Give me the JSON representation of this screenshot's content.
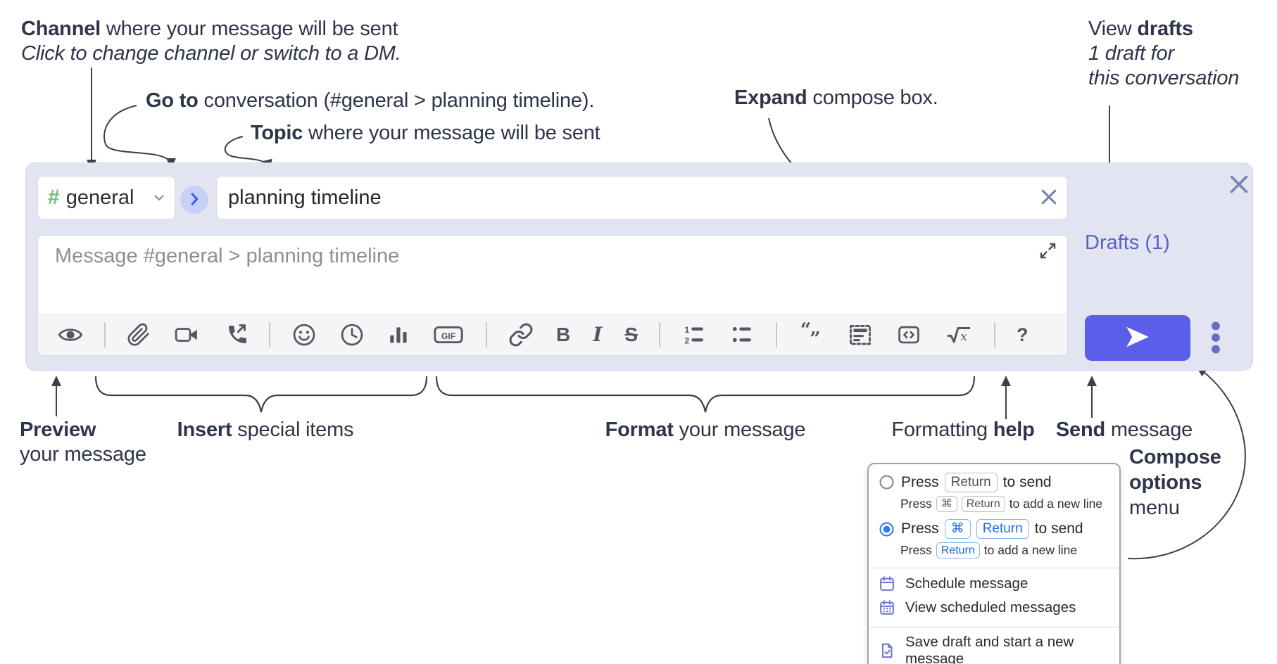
{
  "annotations": {
    "channel": {
      "bold": "Channel",
      "text": " where your message will be sent",
      "sub": "Click to change channel or switch to a DM."
    },
    "goto": {
      "bold": "Go to",
      "text": " conversation (#general > planning timeline)."
    },
    "topic": {
      "bold": "Topic",
      "text": " where your message will be sent"
    },
    "expand": {
      "bold": "Expand",
      "text": " compose box."
    },
    "view_drafts": {
      "pre": "View ",
      "bold": "drafts",
      "line2": "1 draft for",
      "line3": "this conversation"
    },
    "preview": {
      "bold": "Preview",
      "line2": "your message"
    },
    "insert": {
      "bold": "Insert",
      "text": " special items"
    },
    "format": {
      "bold": "Format",
      "text": " your message"
    },
    "help": {
      "pre": "Formatting ",
      "bold": "help"
    },
    "send": {
      "bold": "Send",
      "text": " message"
    },
    "compose_options": {
      "bold1": "Compose",
      "bold2": "options",
      "text": "menu"
    }
  },
  "compose": {
    "channel_picker": {
      "channel": "general"
    },
    "topic_input": {
      "value": "planning timeline"
    },
    "message_input": {
      "placeholder": "Message #general > planning timeline"
    },
    "drafts_label": "Drafts (1)",
    "toolbar": {
      "groups": [
        [
          "preview"
        ],
        [
          "attach",
          "video-call",
          "audio-call"
        ],
        [
          "emoji",
          "global-time",
          "poll",
          "gif"
        ],
        [
          "link",
          "bold",
          "italic",
          "strikethrough"
        ],
        [
          "numbered-list",
          "bulleted-list"
        ],
        [
          "quote",
          "spoiler",
          "code",
          "math"
        ],
        [
          "help"
        ]
      ],
      "gif_label": "GIF"
    }
  },
  "popup": {
    "options": [
      {
        "selected": false,
        "main": {
          "pre": "Press",
          "kbds": [
            "Return"
          ],
          "post": "to send"
        },
        "sub": {
          "pre": "Press",
          "kbds": [
            "⌘",
            "Return"
          ],
          "post": "to add a new line"
        }
      },
      {
        "selected": true,
        "main": {
          "pre": "Press",
          "kbds": [
            "⌘",
            "Return"
          ],
          "post": "to send"
        },
        "sub": {
          "pre": "Press",
          "kbds": [
            "Return"
          ],
          "post": "to add a new line"
        }
      }
    ],
    "menu_groups": [
      [
        {
          "icon": "calendar",
          "label": "Schedule message"
        },
        {
          "icon": "calendar-grid",
          "label": "View scheduled messages"
        }
      ],
      [
        {
          "icon": "doc-check",
          "label": "Save draft and start a new message"
        }
      ]
    ]
  },
  "colors": {
    "container_bg": "#e2e4f1",
    "send_button": "#5a5ee8",
    "drafts_link": "#5663bf",
    "hash_green": "#6abf7e",
    "selected_blue": "#2f80ed",
    "menu_icon_purple": "#7378d2"
  }
}
